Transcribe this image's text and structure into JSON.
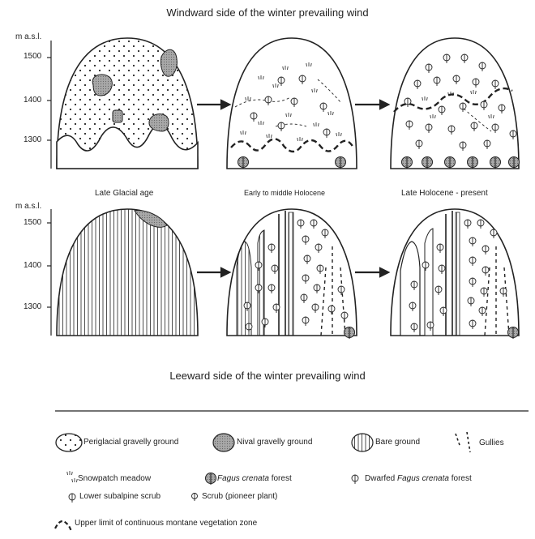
{
  "title_top": "Windward side of the winter prevailing wind",
  "title_bottom": "Leeward side of the winter prevailing wind",
  "axis": {
    "unit": "m a.s.l.",
    "ticks": [
      "1500",
      "1400",
      "1300"
    ]
  },
  "stages": [
    "Late Glacial age",
    "Early to middle Holocene",
    "Late Holocene - present"
  ],
  "legend": {
    "periglacial": "Periglacial gravelly ground",
    "nival": "Nival gravelly ground",
    "bare": "Bare ground",
    "gullies": "Gullies",
    "snowpatch": "Snowpatch meadow",
    "fagus_prefix": "Fagus crenata",
    "fagus_suffix": " forest",
    "dwarfed_prefix": "Dwarfed ",
    "dwarfed_species": "Fagus crenata",
    "dwarfed_suffix": " forest",
    "lower_scrub": "Lower subalpine scrub",
    "pioneer_scrub": "Scrub (pioneer plant)",
    "upper_limit": "Upper limit of continuous montane vegetation zone"
  },
  "colors": {
    "ink": "#222222",
    "nival_fill": "#9a9a9a",
    "background": "#ffffff"
  }
}
